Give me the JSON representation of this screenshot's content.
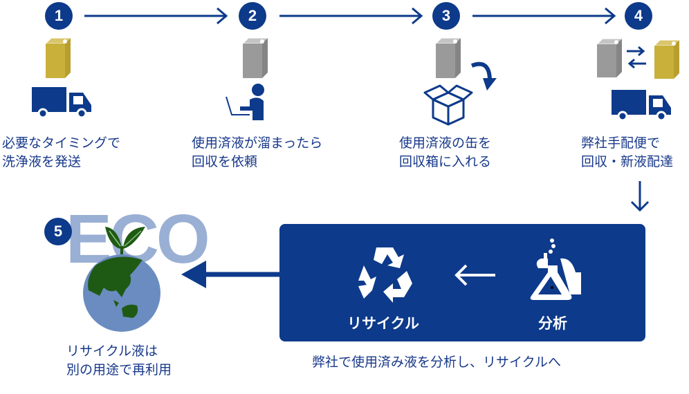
{
  "steps": [
    {
      "number": "1",
      "line1": "必要なタイミングで",
      "line2": "洗浄液を発送"
    },
    {
      "number": "2",
      "line1": "使用済液が溜まったら",
      "line2": "回収を依頼"
    },
    {
      "number": "3",
      "line1": "使用済液の缶を",
      "line2": "回収箱に入れる"
    },
    {
      "number": "4",
      "line1": "弊社手配便で",
      "line2": "回収・新液配達"
    },
    {
      "number": "5",
      "line1": "リサイクル液は",
      "line2": "別の用途で再利用"
    }
  ],
  "eco_text": "ECO",
  "process_box": {
    "recycle_label": "リサイクル",
    "analysis_label": "分析",
    "caption": "弊社で使用済み液を分析し、リサイクルへ"
  },
  "colors": {
    "navy": "#0d3a8a",
    "yellow": "#c9b03a",
    "gray": "#9a9a9a",
    "eco": "#9aafd4",
    "earth_green": "#1f5a14",
    "earth_blue": "#6a8cc0"
  }
}
